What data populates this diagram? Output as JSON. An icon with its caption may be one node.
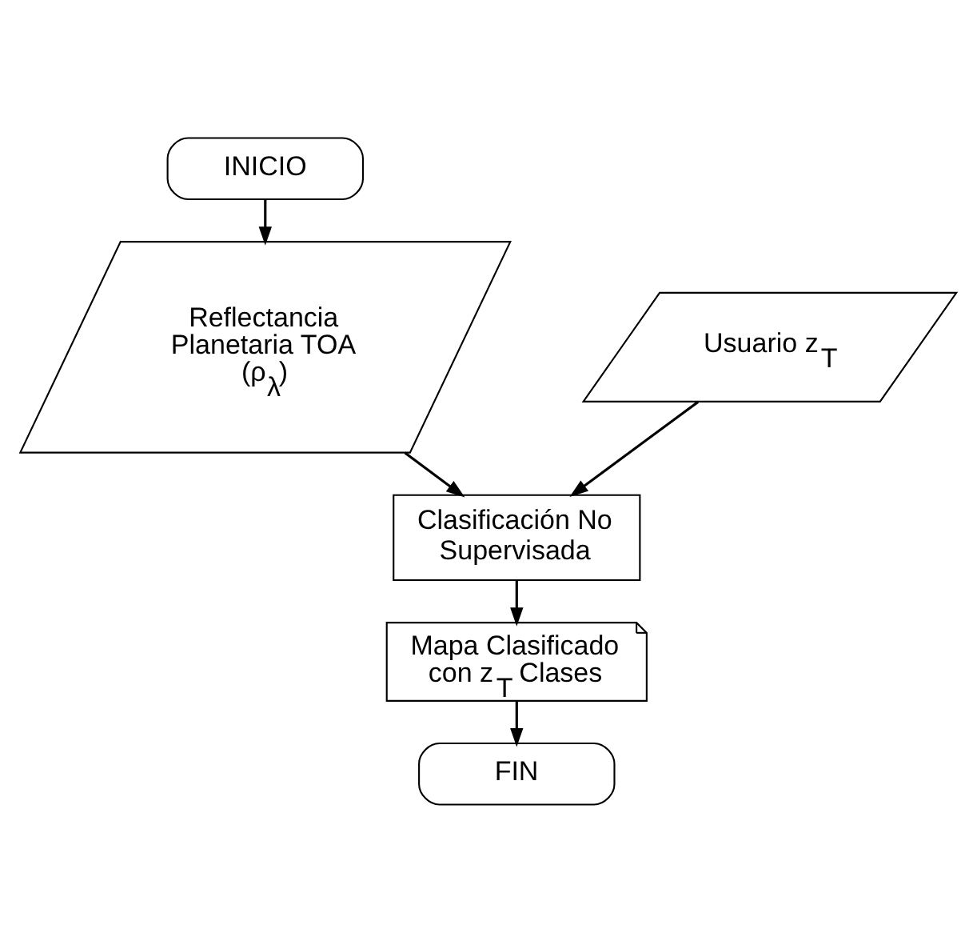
{
  "diagram": {
    "nodes": [
      {
        "text": [
          "INICIO"
        ]
      },
      {
        "text": [
          "Reflectancia Planetaria TOA (ρ$_{λ}$)"
        ]
      },
      {
        "text": [
          "Usuario z$_{T}$"
        ]
      },
      {
        "text": [
          "Clasificación No Supervisada"
        ]
      },
      {
        "text": [
          "Mapa Clasificado con z$_{T}$ Clases"
        ]
      },
      {
        "text": [
          "FIN"
        ]
      }
    ],
    "edges": [
      {
        "from": 0,
        "to": 1,
        "arrow": "to"
      },
      {
        "from": 1,
        "to": 3,
        "arrow": "to"
      },
      {
        "from": 2,
        "to": 3,
        "arrow": "to"
      },
      {
        "from": 3,
        "to": 4,
        "arrow": "to"
      },
      {
        "from": 4,
        "to": 5,
        "arrow": "to"
      }
    ]
  }
}
